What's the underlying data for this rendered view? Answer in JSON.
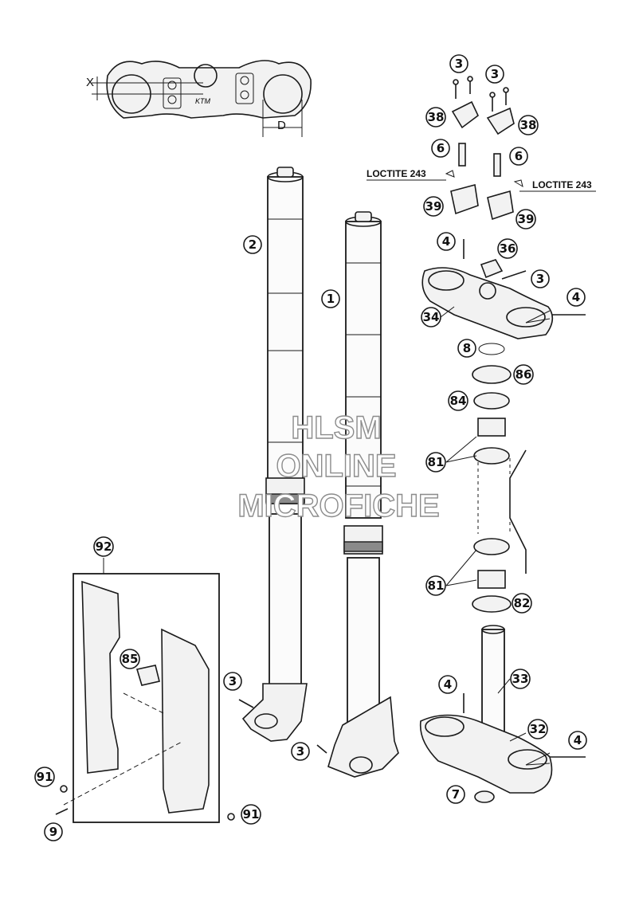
{
  "callouts": [
    {
      "id": "c1",
      "num": "3"
    },
    {
      "id": "c2",
      "num": "3"
    },
    {
      "id": "c3",
      "num": "38"
    },
    {
      "id": "c4",
      "num": "38"
    },
    {
      "id": "c5",
      "num": "6"
    },
    {
      "id": "c6",
      "num": "6"
    },
    {
      "id": "c7",
      "num": "39"
    },
    {
      "id": "c8",
      "num": "39"
    },
    {
      "id": "c9",
      "num": "4"
    },
    {
      "id": "c10",
      "num": "36"
    },
    {
      "id": "c11",
      "num": "3"
    },
    {
      "id": "c12",
      "num": "4"
    },
    {
      "id": "c13",
      "num": "34"
    },
    {
      "id": "c14",
      "num": "8"
    },
    {
      "id": "c15",
      "num": "86"
    },
    {
      "id": "c16",
      "num": "84"
    },
    {
      "id": "c17",
      "num": "81"
    },
    {
      "id": "c18",
      "num": "81"
    },
    {
      "id": "c19",
      "num": "82"
    },
    {
      "id": "c20",
      "num": "33"
    },
    {
      "id": "c21",
      "num": "4"
    },
    {
      "id": "c22",
      "num": "32"
    },
    {
      "id": "c23",
      "num": "4"
    },
    {
      "id": "c24",
      "num": "7"
    },
    {
      "id": "c25",
      "num": "2"
    },
    {
      "id": "c26",
      "num": "1"
    },
    {
      "id": "c27",
      "num": "3"
    },
    {
      "id": "c28",
      "num": "3"
    },
    {
      "id": "c29",
      "num": "92"
    },
    {
      "id": "c30",
      "num": "85"
    },
    {
      "id": "c31",
      "num": "91"
    },
    {
      "id": "c32",
      "num": "9"
    },
    {
      "id": "c33",
      "num": "91"
    }
  ],
  "labels": {
    "loctite_left": "LOCTITE 243",
    "loctite_right": "LOCTITE 243",
    "dim_x": "X",
    "dim_d": "D"
  },
  "watermark": {
    "line1": "HLSM",
    "line2": "ONLINE",
    "line3": "MICROFICHE"
  }
}
